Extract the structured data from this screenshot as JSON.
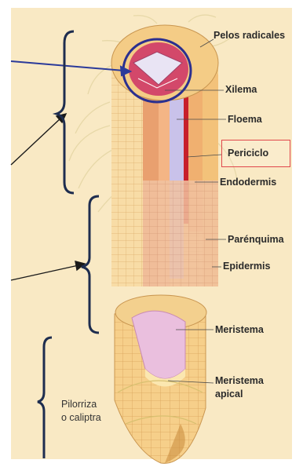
{
  "labels": {
    "pelos_radicales": "Pelos radicales",
    "xilema": "Xilema",
    "floema": "Floema",
    "periciclo": "Periciclo",
    "endodermis": "Endodermis",
    "parenquima": "Parénquima",
    "epidermis": "Epidermis",
    "meristema": "Meristema",
    "meristema_apical_1": "Meristema",
    "meristema_apical_2": "apical",
    "pilorriza_1": "Pilorriza",
    "pilorriza_2": "o caliptra"
  },
  "colors": {
    "background": "#f9e9c4",
    "highlight_circle": "#2b2f8f",
    "highlight_box": "#e0474c",
    "arrow_blue": "#2b3a9a",
    "brace": "#1e2d4f"
  }
}
